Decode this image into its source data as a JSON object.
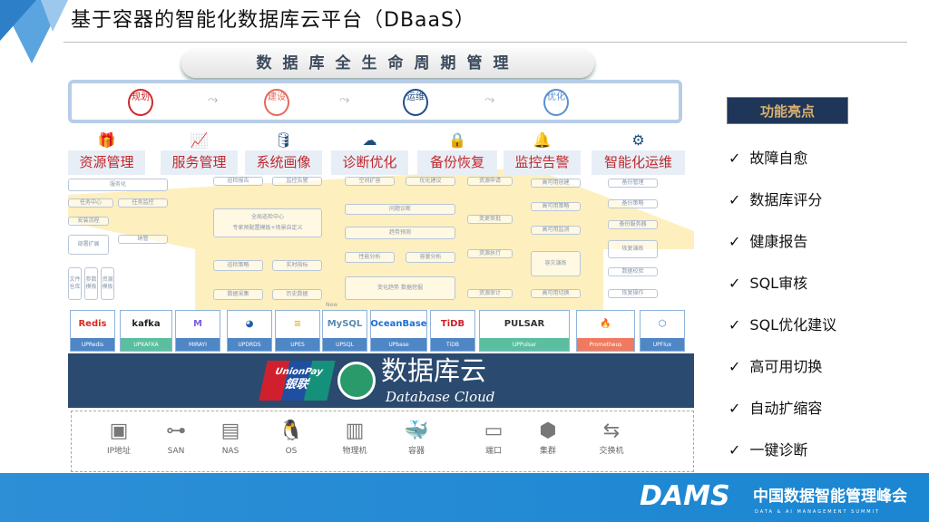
{
  "title": "基于容器的智能化数据库云平台（DBaaS）",
  "lifecycle": {
    "banner": "数据库全生命周期管理",
    "stages": [
      {
        "label": "规划",
        "color": "#d0282d"
      },
      {
        "label": "建设",
        "color": "#e8685a"
      },
      {
        "label": "运维",
        "color": "#1f4f86"
      },
      {
        "label": "优化",
        "color": "#5a8fd0"
      }
    ]
  },
  "categories": [
    {
      "label": "资源管理",
      "icon": "gift-icon"
    },
    {
      "label": "服务管理",
      "icon": "chart-monitor-icon"
    },
    {
      "label": "系统画像",
      "icon": "database-stack-icon"
    },
    {
      "label": "诊断优化",
      "icon": "cloud-download-icon"
    },
    {
      "label": "备份恢复",
      "icon": "lock-icon"
    },
    {
      "label": "监控告警",
      "icon": "bell-icon"
    },
    {
      "label": "智能化运维",
      "icon": "brain-gear-icon"
    }
  ],
  "diagram": {
    "resource": [
      "服务化",
      "任务中心",
      "任务监控",
      "安装流程",
      "部署扩展",
      "纳管",
      "文件仓库",
      "参数模板",
      "资源模板"
    ],
    "inspection": [
      "巡检报告",
      "监控告警",
      "全局巡检中心",
      "专家预配置模板+场景自定义",
      "巡检策略",
      "实时指标",
      "数据采集",
      "历史数据"
    ],
    "diagnosis": [
      "空间扩容",
      "优化建议",
      "问题诊断",
      "趋势预测",
      "性能分析",
      "容量分析",
      "变化趋势 数据挖掘"
    ],
    "change": [
      "资源申请",
      "变更审批",
      "资源执行",
      "资源审计"
    ],
    "ha": [
      "高可用创建",
      "高可用策略",
      "高可用监测",
      "容灾演练",
      "高可用切换"
    ],
    "backup": [
      "备份管理",
      "备份策略",
      "备份服务器",
      "恢复演练",
      "数据校验",
      "恢复操作"
    ],
    "new_label": "New"
  },
  "products": [
    {
      "logo": "Redis",
      "name": "UPRedis",
      "logo_color": "#d82c20",
      "bar": "#4f86c6"
    },
    {
      "logo": "kafka",
      "name": "UPKAFKA",
      "logo_color": "#222",
      "bar": "#5bbf9f"
    },
    {
      "logo": "M",
      "name": "MIRAYI",
      "logo_color": "#7b5be0",
      "bar": "#4f86c6"
    },
    {
      "logo": "◕",
      "name": "UPDRDS",
      "logo_color": "#1e5fa8",
      "bar": "#4f86c6"
    },
    {
      "logo": "≡",
      "name": "UPES",
      "logo_color": "#f0b400",
      "bar": "#4f86c6"
    },
    {
      "logo": "MySQL",
      "name": "UPSQL",
      "logo_color": "#5a8ab0",
      "bar": "#4f86c6"
    },
    {
      "logo": "OceanBase",
      "name": "UPbase",
      "logo_color": "#1e6fd0",
      "bar": "#4f86c6"
    },
    {
      "logo": "TiDB",
      "name": "TiDB",
      "logo_color": "#d0202d",
      "bar": "#4f86c6"
    },
    {
      "logo": "PULSAR",
      "name": "UPPulsar",
      "logo_color": "#333",
      "bar": "#5bbf9f"
    },
    {
      "logo": "🔥",
      "name": "Prometheus",
      "logo_color": "#e6522c",
      "bar": "#f07a5f"
    },
    {
      "logo": "⬡",
      "name": "UPFlux",
      "logo_color": "#3a7fd0",
      "bar": "#4f86c6"
    }
  ],
  "brand": {
    "unionpay": "UnionPay",
    "unionpay_cn": "银联",
    "cn": "数据库云",
    "en": "Database Cloud"
  },
  "infra": [
    {
      "label": "IP地址",
      "icon": "ip-pin-icon"
    },
    {
      "label": "SAN",
      "icon": "san-network-icon"
    },
    {
      "label": "NAS",
      "icon": "nas-storage-icon"
    },
    {
      "label": "OS",
      "icon": "linux-penguin-icon"
    },
    {
      "label": "物理机",
      "icon": "server-rack-icon"
    },
    {
      "label": "容器",
      "icon": "docker-whale-icon"
    },
    {
      "label": "端口",
      "icon": "ethernet-port-icon"
    },
    {
      "label": "集群",
      "icon": "cluster-cubes-icon"
    },
    {
      "label": "交换机",
      "icon": "switch-icon"
    }
  ],
  "features": {
    "title": "功能亮点",
    "items": [
      "故障自愈",
      "数据库评分",
      "健康报告",
      "SQL审核",
      "SQL优化建议",
      "高可用切换",
      "自动扩缩容",
      "一键诊断"
    ]
  },
  "footer": {
    "logo": "DAMS",
    "name": "中国数据智能管理峰会",
    "sub": "DATA & AI MANAGEMENT SUMMIT"
  },
  "colors": {
    "accent": "#1b86d2",
    "category_text": "#c0282d",
    "dark_band": "#2b4a6f"
  }
}
